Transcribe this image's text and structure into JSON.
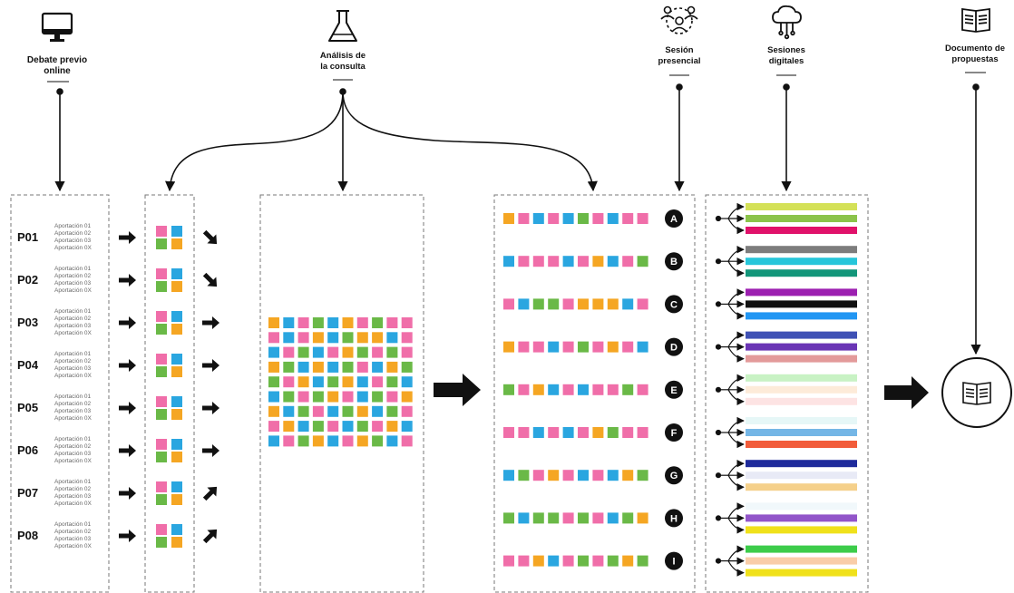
{
  "stages": [
    {
      "label_lines": [
        "Debate previo",
        "online"
      ],
      "icon": "monitor-icon"
    },
    {
      "label_lines": [
        "Análisis de",
        "la consulta"
      ],
      "icon": "flask-icon"
    },
    {
      "label_lines": [
        "Sesión",
        "presencial"
      ],
      "icon": "group-icon"
    },
    {
      "label_lines": [
        "Sesiones",
        "digitales"
      ],
      "icon": "cloud-network-icon"
    },
    {
      "label_lines": [
        "Documento de",
        "propuestas"
      ],
      "icon": "book-icon"
    }
  ],
  "proposals": [
    {
      "id": "P01",
      "items": [
        "Aportación 01",
        "Aportación 02",
        "Aportación 03",
        "Aportación 0X"
      ],
      "squares": [
        "#f06ea9",
        "#2aa6e0",
        "#6ab947",
        "#f5a623"
      ],
      "out_arrow": "down-right"
    },
    {
      "id": "P02",
      "items": [
        "Aportación 01",
        "Aportación 02",
        "Aportación 03",
        "Aportación 0X"
      ],
      "squares": [
        "#f06ea9",
        "#2aa6e0",
        "#6ab947",
        "#f5a623"
      ],
      "out_arrow": "down-right"
    },
    {
      "id": "P03",
      "items": [
        "Aportación 01",
        "Aportación 02",
        "Aportación 03",
        "Aportación 0X"
      ],
      "squares": [
        "#f06ea9",
        "#2aa6e0",
        "#6ab947",
        "#f5a623"
      ],
      "out_arrow": "right"
    },
    {
      "id": "P04",
      "items": [
        "Aportación 01",
        "Aportación 02",
        "Aportación 03",
        "Aportación 0X"
      ],
      "squares": [
        "#f06ea9",
        "#2aa6e0",
        "#6ab947",
        "#f5a623"
      ],
      "out_arrow": "right"
    },
    {
      "id": "P05",
      "items": [
        "Aportación 01",
        "Aportación 02",
        "Aportación 03",
        "Aportación 0X"
      ],
      "squares": [
        "#f06ea9",
        "#2aa6e0",
        "#6ab947",
        "#f5a623"
      ],
      "out_arrow": "right"
    },
    {
      "id": "P06",
      "items": [
        "Aportación 01",
        "Aportación 02",
        "Aportación 03",
        "Aportación 0X"
      ],
      "squares": [
        "#f06ea9",
        "#2aa6e0",
        "#6ab947",
        "#f5a623"
      ],
      "out_arrow": "right"
    },
    {
      "id": "P07",
      "items": [
        "Aportación 01",
        "Aportación 02",
        "Aportación 03",
        "Aportación 0X"
      ],
      "squares": [
        "#f06ea9",
        "#2aa6e0",
        "#6ab947",
        "#f5a623"
      ],
      "out_arrow": "up-right"
    },
    {
      "id": "P08",
      "items": [
        "Aportación 01",
        "Aportación 02",
        "Aportación 03",
        "Aportación 0X"
      ],
      "squares": [
        "#f06ea9",
        "#2aa6e0",
        "#6ab947",
        "#f5a623"
      ],
      "out_arrow": "up-right"
    }
  ],
  "analysis_grid": [
    [
      "#f5a623",
      "#2aa6e0",
      "#f06ea9",
      "#6ab947",
      "#2aa6e0",
      "#f5a623",
      "#f06ea9",
      "#6ab947",
      "#f06ea9",
      "#f06ea9"
    ],
    [
      "#f06ea9",
      "#2aa6e0",
      "#f06ea9",
      "#f5a623",
      "#2aa6e0",
      "#6ab947",
      "#f5a623",
      "#f5a623",
      "#2aa6e0",
      "#f06ea9"
    ],
    [
      "#2aa6e0",
      "#f06ea9",
      "#6ab947",
      "#2aa6e0",
      "#f06ea9",
      "#f5a623",
      "#6ab947",
      "#f06ea9",
      "#6ab947",
      "#f06ea9"
    ],
    [
      "#f5a623",
      "#6ab947",
      "#2aa6e0",
      "#f5a623",
      "#2aa6e0",
      "#6ab947",
      "#f06ea9",
      "#2aa6e0",
      "#f5a623",
      "#6ab947"
    ],
    [
      "#6ab947",
      "#f06ea9",
      "#f5a623",
      "#2aa6e0",
      "#6ab947",
      "#f5a623",
      "#2aa6e0",
      "#f06ea9",
      "#6ab947",
      "#2aa6e0"
    ],
    [
      "#2aa6e0",
      "#6ab947",
      "#f06ea9",
      "#6ab947",
      "#f5a623",
      "#f06ea9",
      "#2aa6e0",
      "#6ab947",
      "#f06ea9",
      "#f5a623"
    ],
    [
      "#f5a623",
      "#2aa6e0",
      "#6ab947",
      "#f06ea9",
      "#2aa6e0",
      "#6ab947",
      "#f5a623",
      "#2aa6e0",
      "#6ab947",
      "#f06ea9"
    ],
    [
      "#f06ea9",
      "#f5a623",
      "#2aa6e0",
      "#6ab947",
      "#f06ea9",
      "#2aa6e0",
      "#6ab947",
      "#f06ea9",
      "#f5a623",
      "#2aa6e0"
    ],
    [
      "#2aa6e0",
      "#f06ea9",
      "#6ab947",
      "#f5a623",
      "#2aa6e0",
      "#f06ea9",
      "#f5a623",
      "#6ab947",
      "#2aa6e0",
      "#f06ea9"
    ]
  ],
  "sessions": [
    {
      "letter": "A",
      "squares": [
        "#f5a623",
        "#f06ea9",
        "#2aa6e0",
        "#f06ea9",
        "#2aa6e0",
        "#6ab947",
        "#f06ea9",
        "#2aa6e0",
        "#f06ea9",
        "#f06ea9"
      ],
      "bars": [
        "#d4e157",
        "#8bc34a",
        "#e0116a"
      ]
    },
    {
      "letter": "B",
      "squares": [
        "#2aa6e0",
        "#f06ea9",
        "#f06ea9",
        "#f06ea9",
        "#2aa6e0",
        "#f06ea9",
        "#f5a623",
        "#2aa6e0",
        "#f06ea9",
        "#6ab947"
      ],
      "bars": [
        "#7d7d7d",
        "#26c6da",
        "#13967a"
      ]
    },
    {
      "letter": "C",
      "squares": [
        "#f06ea9",
        "#2aa6e0",
        "#6ab947",
        "#6ab947",
        "#f06ea9",
        "#f5a623",
        "#f5a623",
        "#f5a623",
        "#2aa6e0",
        "#f06ea9"
      ],
      "bars": [
        "#9c1fb0",
        "#111111",
        "#2196f3"
      ]
    },
    {
      "letter": "D",
      "squares": [
        "#f5a623",
        "#f06ea9",
        "#f06ea9",
        "#2aa6e0",
        "#f06ea9",
        "#6ab947",
        "#f06ea9",
        "#f5a623",
        "#f06ea9",
        "#2aa6e0"
      ],
      "bars": [
        "#3f51b5",
        "#6a35b5",
        "#e39a9a"
      ]
    },
    {
      "letter": "E",
      "squares": [
        "#6ab947",
        "#f06ea9",
        "#f5a623",
        "#2aa6e0",
        "#f06ea9",
        "#2aa6e0",
        "#f06ea9",
        "#f06ea9",
        "#6ab947",
        "#f06ea9"
      ],
      "bars": [
        "#c8f2c4",
        "#fdebd9",
        "#fde3e3"
      ]
    },
    {
      "letter": "F",
      "squares": [
        "#f06ea9",
        "#f06ea9",
        "#2aa6e0",
        "#f06ea9",
        "#2aa6e0",
        "#f06ea9",
        "#f5a623",
        "#6ab947",
        "#f06ea9",
        "#f06ea9"
      ],
      "bars": [
        "#e6f7f7",
        "#74b6e6",
        "#f25c3a"
      ]
    },
    {
      "letter": "G",
      "squares": [
        "#2aa6e0",
        "#6ab947",
        "#f06ea9",
        "#f5a623",
        "#f06ea9",
        "#2aa6e0",
        "#f06ea9",
        "#2aa6e0",
        "#f5a623",
        "#6ab947"
      ],
      "bars": [
        "#1e2a9b",
        "#e8eaf6",
        "#f5d08a"
      ]
    },
    {
      "letter": "H",
      "squares": [
        "#6ab947",
        "#2aa6e0",
        "#6ab947",
        "#6ab947",
        "#f06ea9",
        "#6ab947",
        "#f06ea9",
        "#2aa6e0",
        "#6ab947",
        "#f5a623"
      ],
      "bars": [
        "#f1f8fb",
        "#9255c9",
        "#f0e11b"
      ]
    },
    {
      "letter": "I",
      "squares": [
        "#f06ea9",
        "#f06ea9",
        "#f5a623",
        "#2aa6e0",
        "#f06ea9",
        "#6ab947",
        "#f06ea9",
        "#6ab947",
        "#f5a623",
        "#6ab947"
      ],
      "bars": [
        "#3ccc4a",
        "#f9cda8",
        "#f0e11b"
      ]
    }
  ],
  "colors": {
    "pink": "#f06ea9",
    "blue": "#2aa6e0",
    "green": "#6ab947",
    "orange": "#f5a623",
    "ink": "#111111",
    "dashed_border": "#777777"
  }
}
